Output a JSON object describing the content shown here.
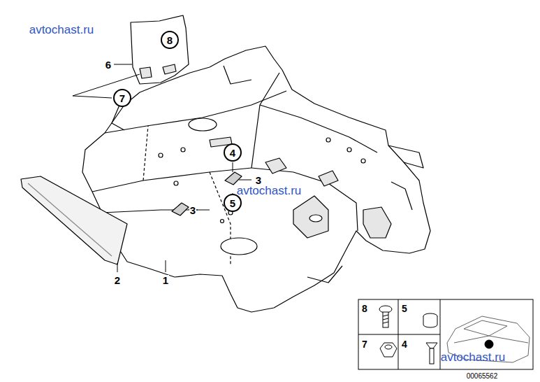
{
  "diagram": {
    "nodes": [
      {
        "text": [
          "8"
        ]
      },
      {
        "text": [
          "7"
        ]
      },
      {
        "text": [
          "4"
        ]
      },
      {
        "text": [
          "5"
        ]
      }
    ],
    "labels": [
      "avtochast.ru",
      "6",
      "3",
      "avtochast.ru",
      "3",
      "2",
      "1",
      "8",
      "5",
      "7",
      "4",
      "avtochast.ru",
      "00065562"
    ]
  }
}
